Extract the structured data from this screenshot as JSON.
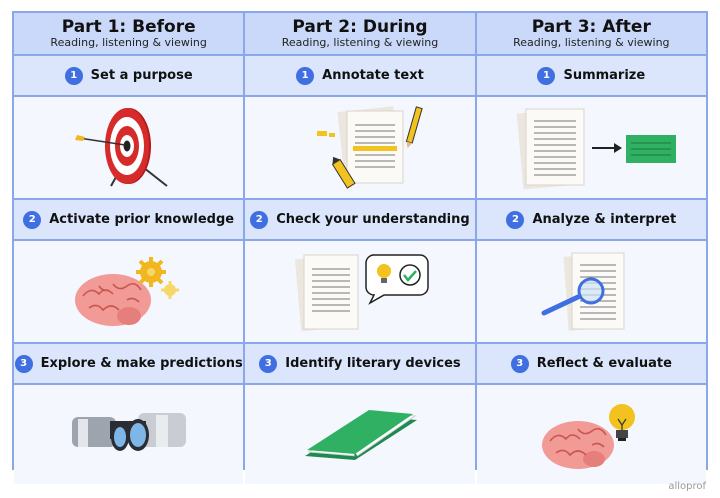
{
  "columns": [
    {
      "title": "Part 1: Before",
      "subtitle": "Reading, listening & viewing",
      "steps": [
        {
          "num": "1",
          "label": "Set a purpose",
          "icon": "target-icon"
        },
        {
          "num": "2",
          "label": "Activate prior knowledge",
          "icon": "brain-gears-icon"
        },
        {
          "num": "3",
          "label": "Explore & make predictions",
          "icon": "binoculars-icon"
        }
      ]
    },
    {
      "title": "Part 2: During",
      "subtitle": "Reading, listening & viewing",
      "steps": [
        {
          "num": "1",
          "label": "Annotate text",
          "icon": "annotated-document-icon"
        },
        {
          "num": "2",
          "label": "Check your understanding",
          "icon": "document-check-icon"
        },
        {
          "num": "3",
          "label": "Identify literary devices",
          "icon": "open-book-icon"
        }
      ]
    },
    {
      "title": "Part 3: After",
      "subtitle": "Reading, listening & viewing",
      "steps": [
        {
          "num": "1",
          "label": "Summarize",
          "icon": "summary-arrow-icon"
        },
        {
          "num": "2",
          "label": "Analyze & interpret",
          "icon": "magnifier-document-icon"
        },
        {
          "num": "3",
          "label": "Reflect & evaluate",
          "icon": "brain-lightbulb-icon"
        }
      ]
    }
  ],
  "logo": "alloprof",
  "colors": {
    "border": "#8aa8e8",
    "header_bg": "#cad9fa",
    "step_bg": "#dbe6fc",
    "badge": "#3f6fe0"
  }
}
